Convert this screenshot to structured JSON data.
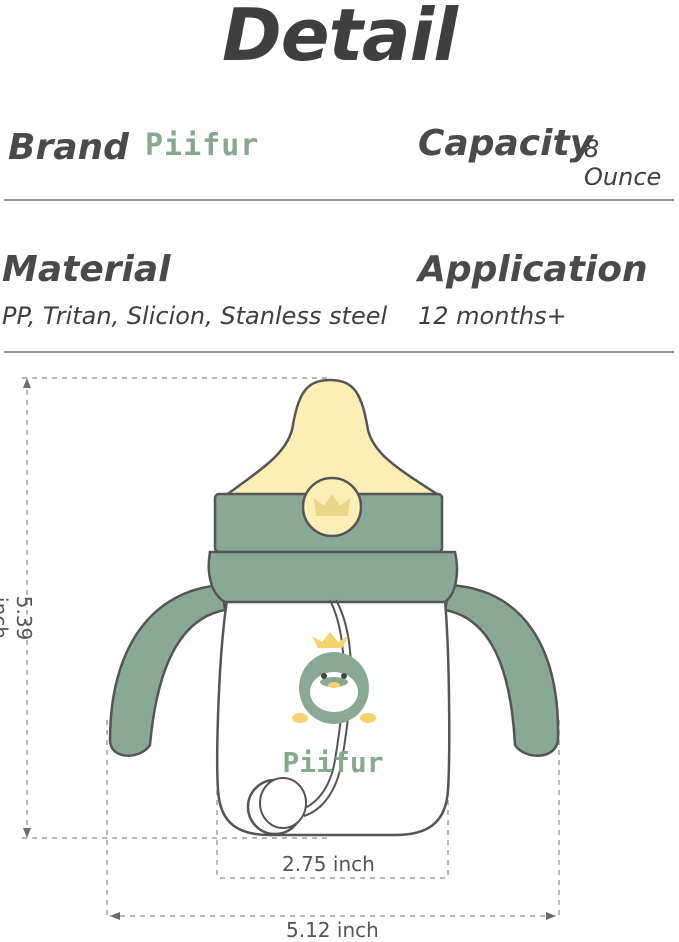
{
  "title": "Detail",
  "specs": {
    "brand_label": "Brand",
    "brand_value": "Piifur",
    "capacity_label": "Capacity",
    "capacity_value": "8 Ounce",
    "material_label": "Material",
    "material_value": "PP, Tritan, Slicion, Stanless steel",
    "application_label": "Application",
    "application_value": "12 months+"
  },
  "cup": {
    "logo_text": "Piifur",
    "colors": {
      "lid": "#fcefb6",
      "green": "#8aa994",
      "outline": "#555555",
      "body": "#ffffff"
    }
  },
  "dimensions": {
    "height": "5.39 inch",
    "base_width": "2.75 inch",
    "full_width": "5.12 inch"
  }
}
